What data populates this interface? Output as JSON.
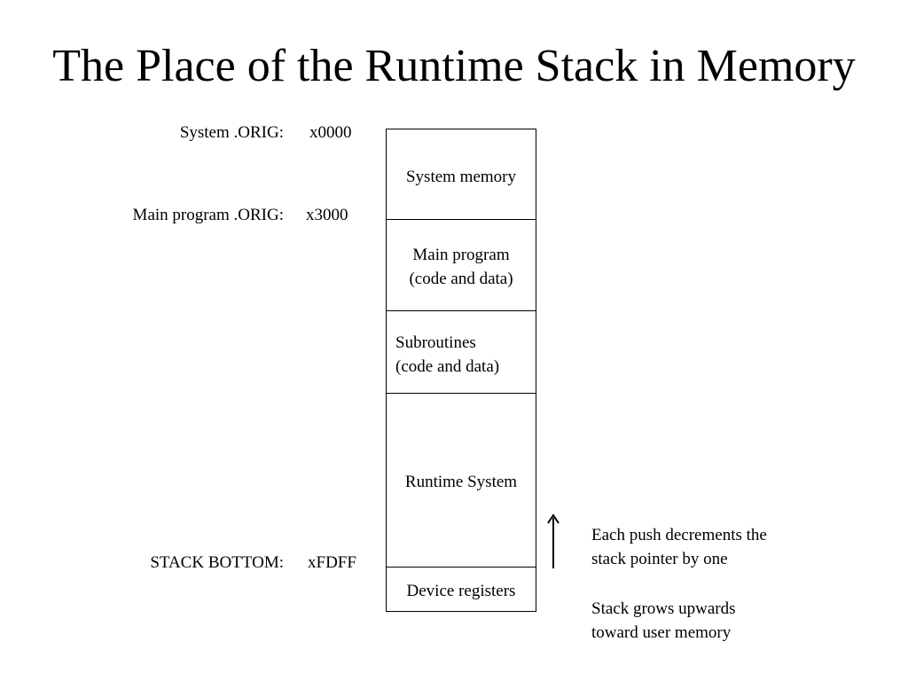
{
  "title": "The Place of the Runtime Stack in Memory",
  "addresses": [
    {
      "label": "System .ORIG:",
      "value": "x0000"
    },
    {
      "label": "Main program .ORIG:",
      "value": "x3000"
    },
    {
      "label": "STACK BOTTOM:",
      "value": "xFDFF"
    }
  ],
  "memory_blocks": [
    {
      "lines": [
        "System memory"
      ]
    },
    {
      "lines": [
        "Main program",
        "(code and data)"
      ]
    },
    {
      "lines": [
        "Subroutines",
        "(code and data)"
      ]
    },
    {
      "lines": [
        "Runtime System"
      ]
    },
    {
      "lines": [
        "Device registers"
      ]
    }
  ],
  "notes": [
    {
      "lines": [
        "Each push decrements the",
        "stack pointer by one"
      ]
    },
    {
      "lines": [
        "Stack grows upwards",
        "toward user memory"
      ]
    }
  ]
}
